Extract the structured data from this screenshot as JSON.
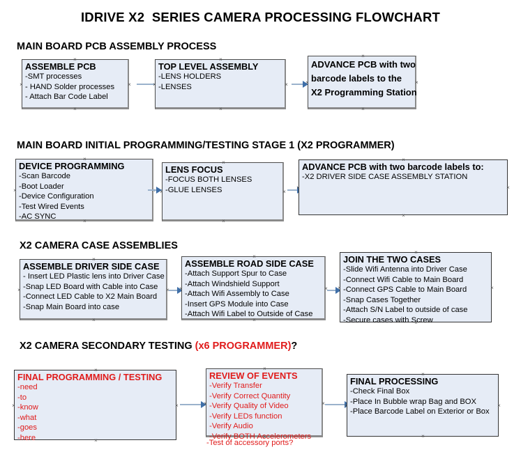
{
  "document": {
    "title": "IDRIVE X2  SERIES CAMERA PROCESSING FLOWCHART"
  },
  "sections": [
    {
      "id": "main-board-pcb-assembly",
      "title": "MAIN BOARD PCB ASSEMBLY PROCESS",
      "title_suffix_red": "",
      "title_suffix_black": "",
      "boxes": [
        {
          "id": "assemble-pcb",
          "header": "ASSEMBLE PCB",
          "lines": [
            " -SMT processes",
            "- HAND Solder processes",
            "- Attach Bar Code Label"
          ]
        },
        {
          "id": "top-level-assembly",
          "header": "TOP LEVEL ASSEMBLY",
          "lines": [
            "-LENS HOLDERS",
            "-LENSES"
          ]
        },
        {
          "id": "advance-pcb-to-x2-programming-station",
          "header": "ADVANCE PCB with two",
          "header_lines": [
            "ADVANCE PCB with two",
            "barcode labels to the",
            " X2 Programming Station"
          ],
          "lines": []
        }
      ]
    },
    {
      "id": "main-board-initial-programming",
      "title": "MAIN BOARD INITIAL PROGRAMMING/TESTING STAGE 1 (X2 PROGRAMMER)",
      "boxes": [
        {
          "id": "device-programming",
          "header": "DEVICE PROGRAMMING",
          "lines": [
            "-Scan Barcode",
            "-Boot Loader",
            "-Device Configuration",
            "-Test Wired Events",
            "-AC SYNC"
          ]
        },
        {
          "id": "lens-focus",
          "header": "LENS FOCUS",
          "lines": [
            "-FOCUS BOTH LENSES",
            "-GLUE LENSES"
          ]
        },
        {
          "id": "advance-pcb-to-driver-side-case-station",
          "header": "ADVANCE PCB with two barcode labels to:",
          "lines": [
            "-X2 DRIVER  SIDE  CASE  ASSEMBLY STATION"
          ]
        }
      ]
    },
    {
      "id": "x2-camera-case-assemblies",
      "title": "X2 CAMERA CASE ASSEMBLIES",
      "boxes": [
        {
          "id": "assemble-driver-side-case",
          "header": "ASSEMBLE DRIVER SIDE CASE",
          "lines": [
            " - Insert LED Plastic lens into Driver Case",
            "-Snap LED Board with Cable into Case",
            "-Connect LED Cable to X2 Main Board",
            "-Snap Main Board into case"
          ]
        },
        {
          "id": "assemble-road-side-case",
          "header": "ASSEMBLE ROAD SIDE CASE",
          "lines": [
            "-Attach Support Spur to Case",
            "-Attach Windshield Support",
            "-Attach Wifi Assembly to Case",
            "-Insert GPS Module into Case",
            "-Attach Wifi Label to Outside of Case"
          ]
        },
        {
          "id": "join-the-two-cases",
          "header": "JOIN THE TWO CASES",
          "lines": [
            "-Slide Wifi Antenna into Driver Case",
            "-Connect Wifi Cable to Main Board",
            "-Connect GPS Cable to Main Board",
            "-Snap Cases Together",
            "-Attach S/N Label to outside of case",
            "-Secure cases with Screw"
          ]
        }
      ]
    },
    {
      "id": "x2-camera-secondary-testing",
      "title": "X2 CAMERA SECONDARY TESTING ",
      "title_suffix_red": "(x6 PROGRAMMER)",
      "title_suffix_black": "?",
      "boxes": [
        {
          "id": "final-programming-testing",
          "header": "FINAL PROGRAMMING / TESTING",
          "lines": [
            "-need",
            "-to",
            "-know",
            "-what",
            "-goes",
            "-here"
          ]
        },
        {
          "id": "review-of-events",
          "header": "REVIEW OF EVENTS",
          "lines": [
            "-Verify Transfer",
            "-Verify Correct Quantity",
            "-Verify Quality of Video",
            "-Verify LEDs function",
            "-Verify Audio",
            "-Verify BOTH Accelerometers"
          ],
          "overflow_line": "-Test of accessory ports?"
        },
        {
          "id": "final-processing",
          "header": "FINAL PROCESSING",
          "lines": [
            " -Check Final Box",
            "-Place In Bubble wrap Bag and BOX",
            "-Place Barcode Label on Exterior or Box"
          ]
        }
      ]
    }
  ],
  "colors": {
    "box_fill": "#e6ecf6",
    "box_border": "#4a4a4a",
    "box_shadow": "#8a8a8a",
    "connector": "#9ab2cc",
    "arrowhead": "#3f6fa8",
    "red_text": "#e01b1b",
    "black_text": "#000000",
    "background": "#ffffff"
  }
}
